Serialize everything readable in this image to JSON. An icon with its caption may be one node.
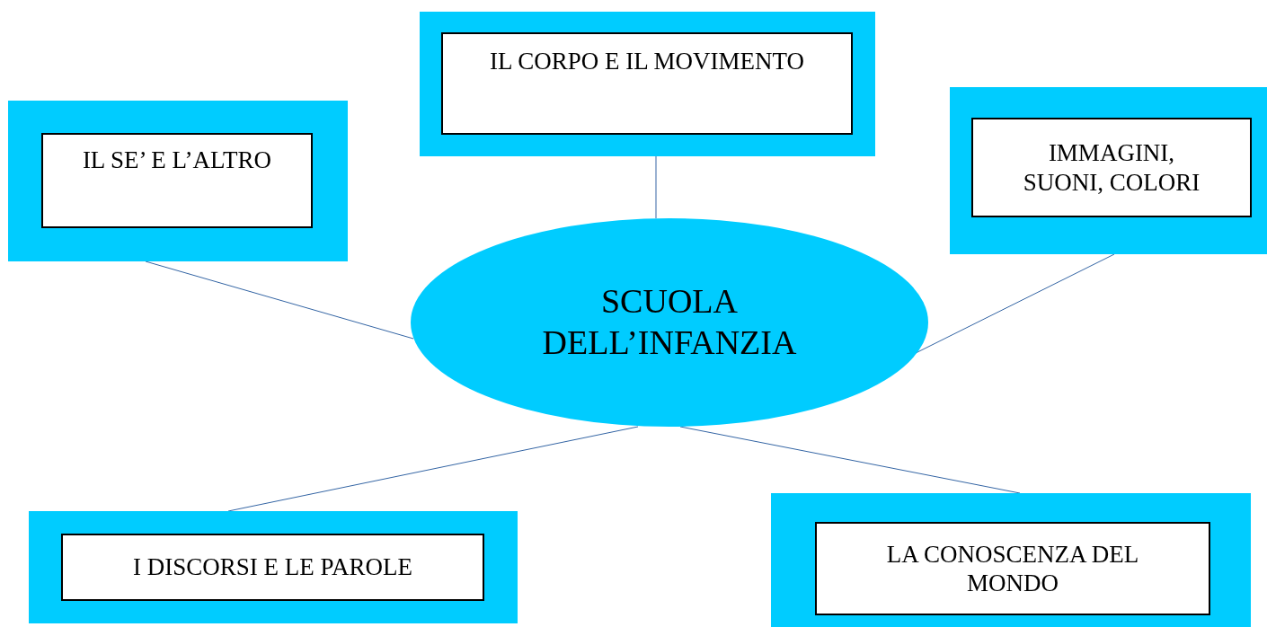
{
  "diagram": {
    "nodes": [
      {
        "text": [],
        "shape": "box"
      },
      {
        "text": [
          "IL CORPO E IL MOVIMENTO"
        ],
        "in": 0
      },
      {
        "text": [],
        "shape": "box"
      },
      {
        "text": [
          "IL SE’ E L’ALTRO"
        ],
        "in": 2
      },
      {
        "text": [],
        "shape": "box"
      },
      {
        "text": [
          "IMMAGINI, SUONI, COLORI"
        ],
        "in": 4
      },
      {
        "text": [
          "SCUOLA DELL’INFANZIA"
        ]
      },
      {
        "text": [],
        "shape": "box"
      },
      {
        "text": [
          "I DISCORSI E LE PAROLE"
        ],
        "in": 7
      },
      {
        "text": [],
        "shape": "box"
      },
      {
        "text": [
          "LA CONOSCENZA DEL MONDO"
        ],
        "in": 9
      }
    ],
    "edges": [
      {
        "from": 6,
        "to": 0,
        "arrow": "none"
      },
      {
        "from": 6,
        "to": 2,
        "arrow": "none"
      },
      {
        "from": 6,
        "to": 4,
        "arrow": "none"
      },
      {
        "from": 6,
        "to": 7,
        "arrow": "none"
      },
      {
        "from": 6,
        "to": 9,
        "arrow": "none"
      }
    ]
  }
}
